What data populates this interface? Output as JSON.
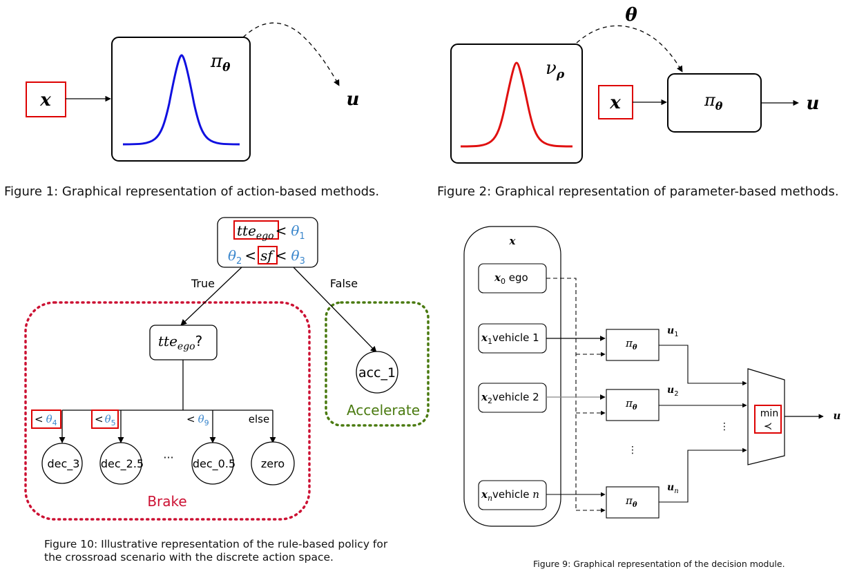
{
  "fig1": {
    "caption": "Figure 1: Graphical representation of action-based methods.",
    "input": "x",
    "policy": "π",
    "policy_sub": "θ",
    "output": "u",
    "curve_color": "#1010e0"
  },
  "fig2": {
    "caption": "Figure 2: Graphical representation of parameter-based methods.",
    "dist": "ν",
    "dist_sub": "ρ",
    "param": "θ",
    "input": "x",
    "policy": "π",
    "policy_sub": "θ",
    "output": "u",
    "curve_color": "#e01010"
  },
  "fig10": {
    "caption_line1": "Figure 10: Illustrative representation of the rule-based policy for",
    "caption_line2": "the crossroad scenario with the discrete action space.",
    "root_tte": "tte",
    "root_ego": "ego",
    "lt": "<",
    "theta1": "θ",
    "theta1_sub": "1",
    "theta2": "θ",
    "theta2_sub": "2",
    "sf": "sf",
    "theta3": "θ",
    "theta3_sub": "3",
    "true_label": "True",
    "false_label": "False",
    "node_tte": "tte",
    "node_ego": "ego",
    "node_q": "?",
    "acc": "acc_1",
    "accelerate": "Accelerate",
    "brake": "Brake",
    "branches": [
      {
        "lt": "<",
        "theta": "θ",
        "sub": "4"
      },
      {
        "lt": "<",
        "theta": "θ",
        "sub": "5"
      },
      {
        "lt": "<",
        "theta": "θ",
        "sub": "9"
      },
      {
        "label": "else"
      }
    ],
    "leaves": [
      "dec_3",
      "dec_2.5",
      "dec_0.5",
      "zero"
    ],
    "ellipsis": "···",
    "brake_color": "#cc1133",
    "accelerate_color": "#4a7a10"
  },
  "fig9": {
    "caption": "Figure 9: Graphical representation of the decision module.",
    "x_label": "x",
    "inputs": [
      {
        "var": "x",
        "sub": "0",
        "text": " ego"
      },
      {
        "var": "x",
        "sub": "1",
        "text": "vehicle 1"
      },
      {
        "var": "x",
        "sub": "2",
        "text": "vehicle 2"
      },
      {
        "var": "x",
        "sub": "n",
        "text": "vehicle ",
        "tail": "n"
      }
    ],
    "policy": "π",
    "policy_sub": "θ",
    "outs": [
      {
        "var": "u",
        "sub": "1"
      },
      {
        "var": "u",
        "sub": "2"
      },
      {
        "var": "u",
        "sub": "n"
      }
    ],
    "min": "min",
    "prec": "≺",
    "output": "u",
    "vdots": "⋮"
  }
}
